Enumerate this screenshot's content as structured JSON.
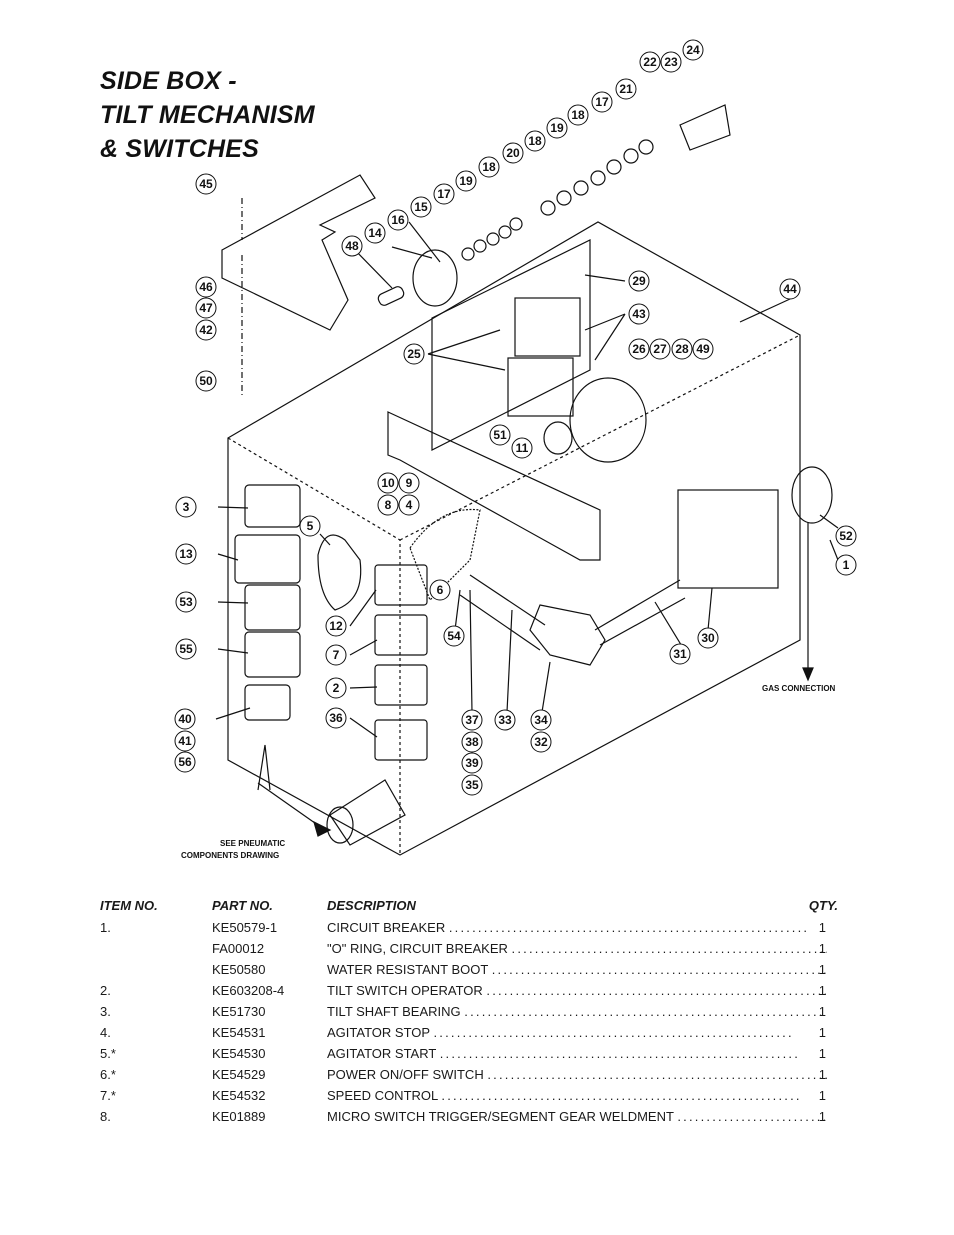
{
  "title": {
    "line1": "SIDE BOX -",
    "line2": "TILT MECHANISM",
    "line3": "& SWITCHES"
  },
  "diagram": {
    "callouts": [
      "24",
      "22",
      "23",
      "21",
      "17",
      "18",
      "19",
      "18",
      "20",
      "19",
      "18",
      "17",
      "15",
      "16",
      "14",
      "48",
      "45",
      "46",
      "47",
      "42",
      "29",
      "44",
      "43",
      "25",
      "26",
      "27",
      "28",
      "49",
      "50",
      "51",
      "11",
      "10",
      "9",
      "8",
      "4",
      "3",
      "5",
      "13",
      "6",
      "53",
      "12",
      "54",
      "7",
      "55",
      "2",
      "40",
      "41",
      "56",
      "36",
      "37",
      "38",
      "39",
      "35",
      "33",
      "34",
      "32",
      "31",
      "30",
      "52",
      "1"
    ],
    "gas_connection_label": "GAS CONNECTION",
    "pneumatic_note_line1": "SEE PNEUMATIC",
    "pneumatic_note_line2": "COMPONENTS DRAWING"
  },
  "parts_table": {
    "headers": {
      "item": "ITEM NO.",
      "part": "PART NO.",
      "description": "DESCRIPTION",
      "qty": "QTY."
    },
    "rows": [
      {
        "item": "1.",
        "part": "KE50579-1",
        "description": "CIRCUIT BREAKER",
        "qty": "1"
      },
      {
        "item": "",
        "part": "FA00012",
        "description": "\"O\" RING, CIRCUIT BREAKER",
        "qty": "1"
      },
      {
        "item": "",
        "part": "KE50580",
        "description": "WATER RESISTANT BOOT",
        "qty": "1"
      },
      {
        "item": "2.",
        "part": "KE603208-4",
        "description": "TILT SWITCH OPERATOR",
        "qty": "1"
      },
      {
        "item": "3.",
        "part": "KE51730",
        "description": "TILT SHAFT BEARING",
        "qty": "1"
      },
      {
        "item": "4.",
        "part": "KE54531",
        "description": "AGITATOR STOP",
        "qty": "1"
      },
      {
        "item": "5.*",
        "part": "KE54530",
        "description": "AGITATOR START",
        "qty": "1"
      },
      {
        "item": "6.*",
        "part": "KE54529",
        "description": "POWER ON/OFF SWITCH",
        "qty": "1"
      },
      {
        "item": "7.*",
        "part": "KE54532",
        "description": "SPEED CONTROL",
        "qty": "1"
      },
      {
        "item": "8.",
        "part": "KE01889",
        "description": "MICRO SWITCH TRIGGER/SEGMENT GEAR WELDMENT",
        "qty": "1"
      }
    ]
  }
}
